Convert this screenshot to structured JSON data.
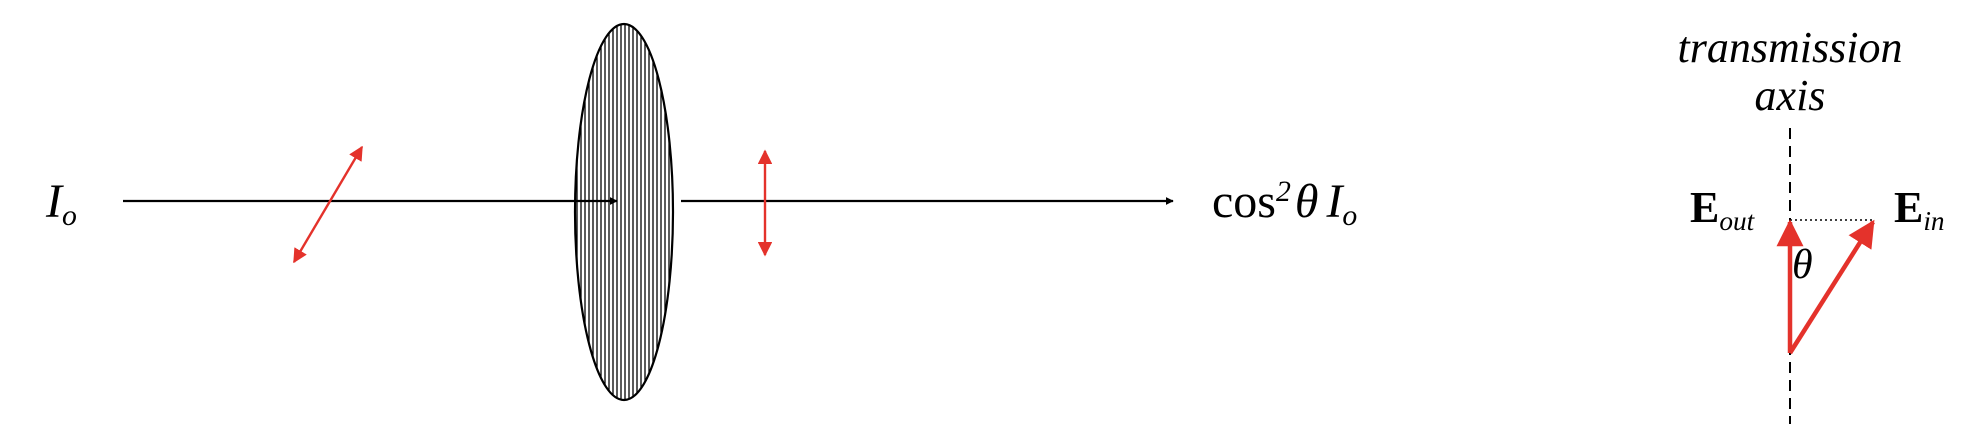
{
  "input_intensity": {
    "symbol": "I",
    "subscript": "o"
  },
  "output_intensity": {
    "cos": "cos",
    "exponent": "2",
    "theta": "θ",
    "symbol": "I",
    "subscript": "o"
  },
  "axis_label": {
    "line1": "transmission",
    "line2": "axis"
  },
  "e_out": {
    "symbol": "E",
    "subscript": "out"
  },
  "e_in": {
    "symbol": "E",
    "subscript": "in"
  },
  "angle_label": "θ",
  "colors": {
    "arrow_red": "#e4322b",
    "line_black": "#000000"
  }
}
